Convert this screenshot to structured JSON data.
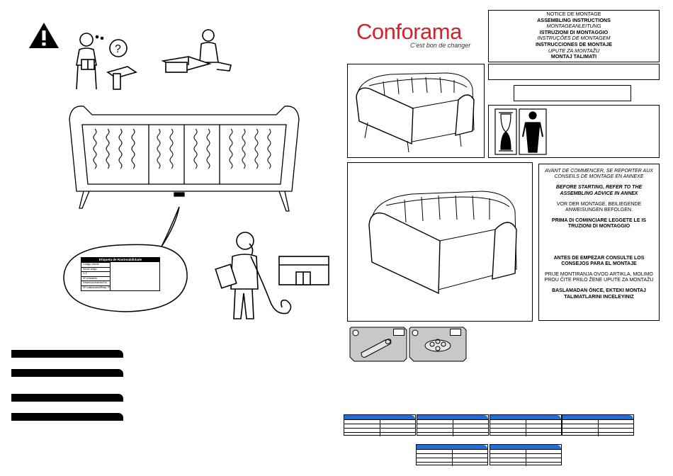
{
  "notice": {
    "lines": [
      {
        "text": "NOTICE DE MONTAGE",
        "style": "normal"
      },
      {
        "text": "ASSEMBLING INSTRUCTIONS",
        "style": "bold"
      },
      {
        "text": "MONTAGEANLEITUNG",
        "style": "italic"
      },
      {
        "text": "ISTRUZIONI DI MONTAGGIO",
        "style": "bold"
      },
      {
        "text": "INSTRUÇÕES DE MONTAGEM",
        "style": "italic"
      },
      {
        "text": "INSTRUCCIONES DE MONTAJE",
        "style": "bold"
      },
      {
        "text": "UPUTE ZA MONTAŽU",
        "style": "italic"
      },
      {
        "text": "MONTAJ TALIMATI",
        "style": "bold"
      }
    ]
  },
  "brand": {
    "name": "Conforama",
    "tagline": "C'est bon de changer",
    "color": "#d2232a"
  },
  "advice": {
    "blocks": [
      {
        "text": "AVANT DE COMMENCER, SE REPORTER AUX CONSEILS DE MONTAGE EN ANNEXE",
        "style": "italic"
      },
      {
        "text": "BEFORE STARTING, REFER TO THE ASSEMBLING ADVICE IN ANNEX",
        "style": "bolditalic"
      },
      {
        "text": "VOR DER MONTAGE, BEILIEGENDE ANWEISUNGEN BEFOLGEN.",
        "style": "normal"
      },
      {
        "text": "PRIMA DI COMINCIARE LEGGETE LE IS TRUZIONI DI MONTAGGIO",
        "style": "bold"
      },
      {
        "text": "",
        "style": "normal"
      },
      {
        "text": "ANTES DE EMPEZAR CONSULTE LOS CONSEJOS PARA EL MONTAJE",
        "style": "bold"
      },
      {
        "text": "PRIJE MONTIRANJA OVOG ARTIKLA, MOLIMO PROU ČITE PRILO ŽENE UPUTE ZA MONTAŽU",
        "style": "normal"
      },
      {
        "text": "BASLAMADAN ÖNCE, EKTEKI MONTAJ TALIMATLARINI INCELEYINIZ",
        "style": "bold"
      }
    ]
  },
  "label_card": {
    "title": "Etiqueta de Rastreabilidade",
    "rows": [
      "Código cliente",
      "Nome artigo",
      "C.F.",
      "Nº Unidades",
      "Desenvolvimento/Cor",
      "Nº colaborador/Resp. Prod."
    ]
  },
  "colors": {
    "table_header": "#1f6fd8",
    "panel_grey": "#c8c8c8"
  }
}
